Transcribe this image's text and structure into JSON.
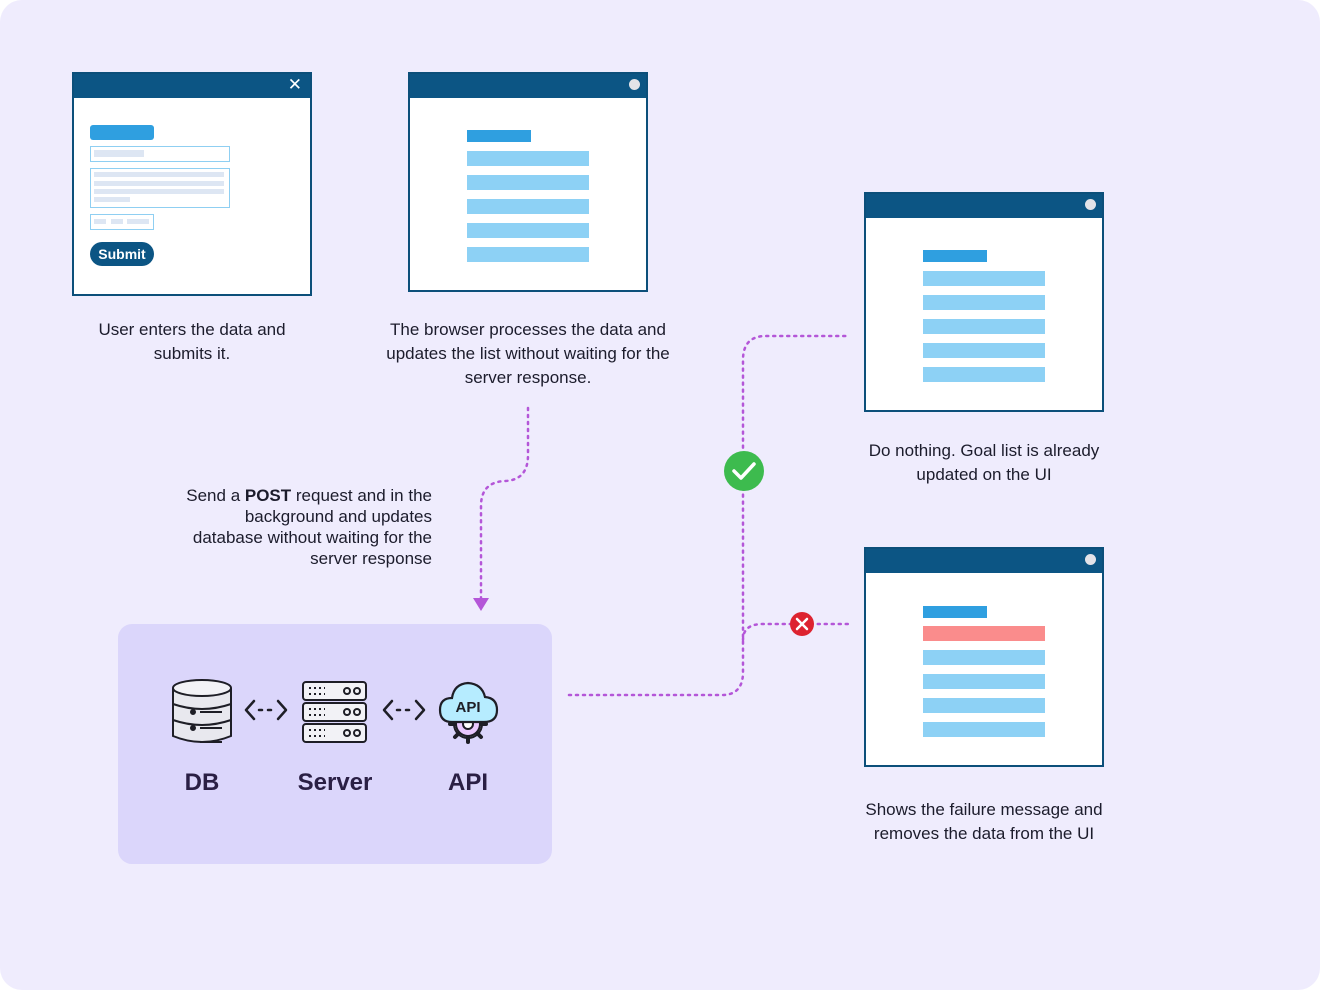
{
  "form_window": {
    "close_glyph": "✕",
    "submit_label": "Submit"
  },
  "captions": {
    "user_enters": "User enters the data and submits it.",
    "browser_processes": "The browser processes the data and updates the list without waiting for the server response.",
    "send_post_prefix": "Send a ",
    "send_post_bold": "POST",
    "send_post_suffix": " request and in the background and updates database without waiting for the server response",
    "do_nothing": "Do nothing. Goal list is already updated on the UI",
    "failure": "Shows the failure message and removes the data from the UI"
  },
  "backend": {
    "db_label": "DB",
    "server_label": "Server",
    "api_label": "API",
    "api_icon_text": "API"
  },
  "icons": {
    "success": "check-circle-icon",
    "failure": "x-circle-icon",
    "db": "database-icon",
    "server": "server-rack-icon",
    "api": "cloud-gear-icon",
    "arrows": "bidirectional-dashed-arrow-icon"
  },
  "colors": {
    "background": "#efecfd",
    "window_bar": "#0c5584",
    "list_title": "#2f9fe0",
    "list_item": "#8dd1f5",
    "error_item": "#fa8c8c",
    "success_badge": "#3dbb4e",
    "failure_badge": "#dd2330",
    "connector": "#b456d8",
    "backend_panel": "#dbd6fb"
  }
}
